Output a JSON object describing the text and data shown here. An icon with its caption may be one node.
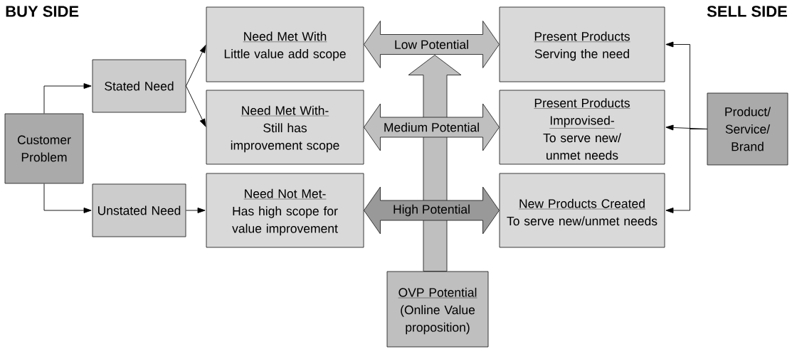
{
  "diagram": {
    "nodes": [
      {
        "text": [
          "Customer Problem"
        ]
      },
      {
        "text": [
          "Stated Need"
        ]
      },
      {
        "text": [
          "Unstated Need"
        ]
      },
      {
        "text": [
          "Need Met With",
          "Little value add scope"
        ]
      },
      {
        "text": [
          "Need Met With-",
          "Still has improvement scope"
        ]
      },
      {
        "text": [
          "Need Not Met-",
          "Has high scope for value improvement"
        ]
      },
      {
        "text": [
          "Present Products",
          "Serving the need"
        ]
      },
      {
        "text": [
          "Present Products Improvised-",
          "To serve new/ unmet needs"
        ]
      },
      {
        "text": [
          "New Products Created",
          "To serve new/unmet needs"
        ]
      },
      {
        "text": [
          "Product/ Service/ Brand"
        ]
      },
      {
        "text": [
          "OVP Potential",
          "(Online Value proposition)"
        ]
      }
    ],
    "edges": [
      {
        "from": 0,
        "to": 1,
        "arrow": "to"
      },
      {
        "from": 0,
        "to": 2,
        "arrow": "to"
      },
      {
        "from": 1,
        "to": 3,
        "arrow": "to"
      },
      {
        "from": 1,
        "to": 4,
        "arrow": "to"
      },
      {
        "from": 2,
        "to": 5,
        "arrow": "to"
      },
      {
        "from": 9,
        "to": 6,
        "arrow": "to"
      },
      {
        "from": 9,
        "to": 7,
        "arrow": "to"
      },
      {
        "from": 9,
        "to": 8,
        "arrow": "to"
      },
      {
        "from": 3,
        "to": 6,
        "arrow": "both",
        "label": "Low Potential",
        "style": "thick"
      },
      {
        "from": 4,
        "to": 7,
        "arrow": "both",
        "label": "Medium Potential",
        "style": "thick"
      },
      {
        "from": 5,
        "to": 8,
        "arrow": "both",
        "label": "High Potential",
        "style": "thick",
        "color": "#999999"
      },
      {
        "from": 10,
        "to": null,
        "arrow": "to",
        "style": "thick"
      }
    ],
    "labels": [
      "BUY SIDE",
      "SELL SIDE"
    ]
  }
}
